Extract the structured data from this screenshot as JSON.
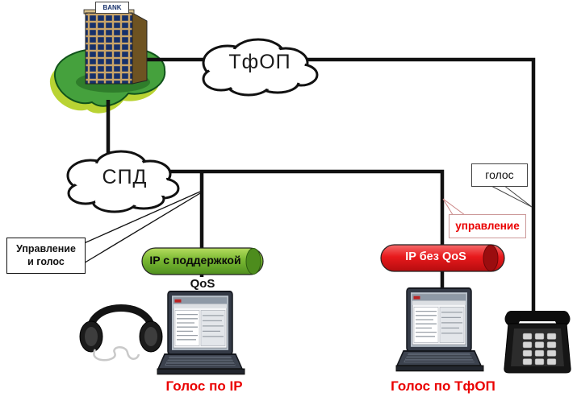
{
  "diagram": {
    "building_sign": "BANK",
    "clouds": {
      "pstn": "ТфОП",
      "data_net": "СПД"
    },
    "callouts": {
      "management_and_voice": "Управление и голос",
      "voice": "голос",
      "management": "управление"
    },
    "pipes": {
      "qos": {
        "label": "IP с поддержкой",
        "sublabel": "QoS"
      },
      "no_qos": {
        "label": "IP без QoS"
      }
    },
    "captions": {
      "voip": "Голос по IP",
      "pstn_voice": "Голос по ТфОП"
    },
    "colors": {
      "line": "#111111",
      "qos_pipe_green": "#76b82a",
      "no_qos_pipe_red": "#e8191c",
      "caption_red": "#ea0000"
    }
  }
}
